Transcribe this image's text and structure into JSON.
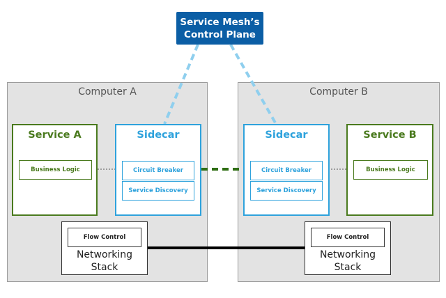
{
  "control_plane": {
    "label_line1": "Service Mesh’s",
    "label_line2": "Control Plane"
  },
  "computers": [
    {
      "title": "Computer A",
      "service": {
        "title": "Service A",
        "component": "Business Logic"
      },
      "sidecar": {
        "title": "Sidecar",
        "components": [
          "Circuit Breaker",
          "Service Discovery"
        ]
      },
      "networking": {
        "component": "Flow Control",
        "label_line1": "Networking",
        "label_line2": "Stack"
      }
    },
    {
      "title": "Computer B",
      "service": {
        "title": "Service B",
        "component": "Business Logic"
      },
      "sidecar": {
        "title": "Sidecar",
        "components": [
          "Circuit Breaker",
          "Service Discovery"
        ]
      },
      "networking": {
        "component": "Flow Control",
        "label_line1": "Networking",
        "label_line2": "Stack"
      }
    }
  ],
  "colors": {
    "control_plane": "#0b5ea5",
    "service": "#4a7a1e",
    "sidecar": "#2ea2dc",
    "control_link": "#8fcfee",
    "sidecar_link": "#2f6e14",
    "network_link": "#000000",
    "computer_bg": "#e3e3e3"
  },
  "connections": [
    {
      "from": "control-plane",
      "to": "sidecar-a",
      "style": "dashed-light-blue"
    },
    {
      "from": "control-plane",
      "to": "sidecar-b",
      "style": "dashed-light-blue"
    },
    {
      "from": "sidecar-a",
      "to": "sidecar-b",
      "style": "dashed-green"
    },
    {
      "from": "business-logic-a",
      "to": "circuit-breaker-a",
      "style": "dotted"
    },
    {
      "from": "circuit-breaker-b",
      "to": "business-logic-b",
      "style": "dotted"
    },
    {
      "from": "networking-stack-a",
      "to": "networking-stack-b",
      "style": "solid-black"
    }
  ]
}
